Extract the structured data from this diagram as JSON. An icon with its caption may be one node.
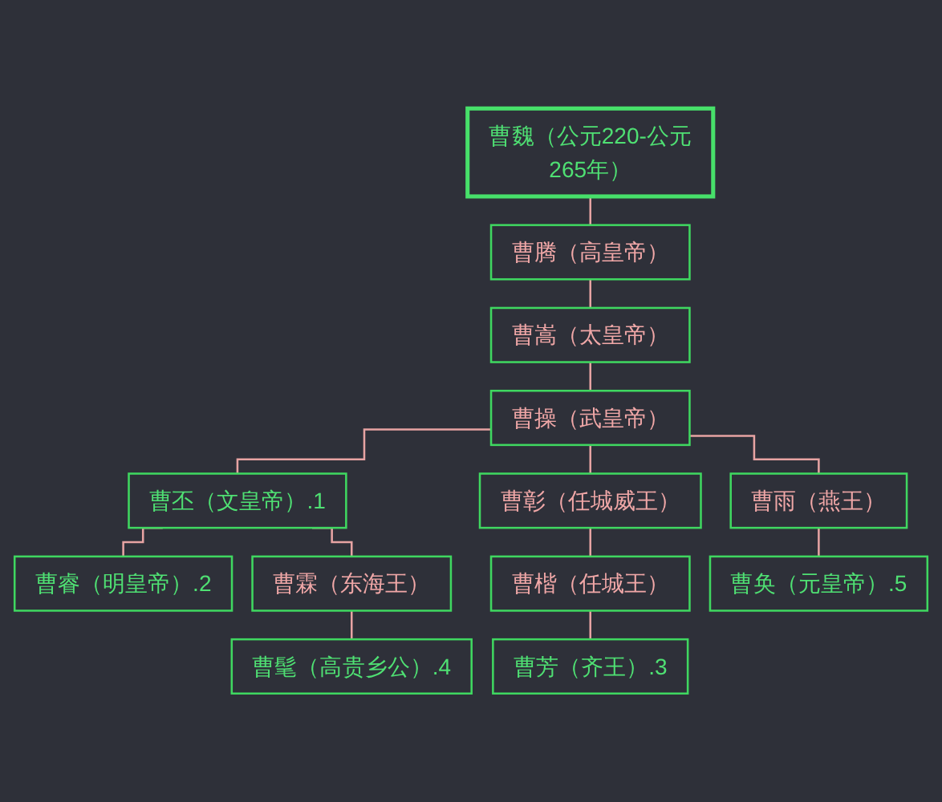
{
  "diagram": {
    "nodes": [
      {
        "text": [
          "曹魏（公元220-公元265年）"
        ]
      },
      {
        "text": [
          "曹腾（高皇帝）"
        ]
      },
      {
        "text": [
          "曹嵩（太皇帝）"
        ]
      },
      {
        "text": [
          "曹操（武皇帝）"
        ]
      },
      {
        "text": [
          "曹丕（文皇帝）.1"
        ]
      },
      {
        "text": [
          "曹彰（任城威王）"
        ]
      },
      {
        "text": [
          "曹雨（燕王）"
        ]
      },
      {
        "text": [
          "曹睿（明皇帝）.2"
        ]
      },
      {
        "text": [
          "曹霖（东海王）"
        ]
      },
      {
        "text": [
          "曹楷（任城王）"
        ]
      },
      {
        "text": [
          "曹奂（元皇帝）.5"
        ]
      },
      {
        "text": [
          "曹髦（高贵乡公）.4"
        ]
      },
      {
        "text": [
          "曹芳（齐王）.3"
        ]
      }
    ],
    "edges": [
      {
        "from": 0,
        "to": 1,
        "arrow": "none"
      },
      {
        "from": 1,
        "to": 2,
        "arrow": "none"
      },
      {
        "from": 2,
        "to": 3,
        "arrow": "none"
      },
      {
        "from": 3,
        "to": 4,
        "arrow": "none"
      },
      {
        "from": 3,
        "to": 5,
        "arrow": "none"
      },
      {
        "from": 3,
        "to": 6,
        "arrow": "none"
      },
      {
        "from": 4,
        "to": 7,
        "arrow": "none"
      },
      {
        "from": 4,
        "to": 8,
        "arrow": "none"
      },
      {
        "from": 5,
        "to": 9,
        "arrow": "none"
      },
      {
        "from": 6,
        "to": 10,
        "arrow": "none"
      },
      {
        "from": 8,
        "to": 11,
        "arrow": "none"
      },
      {
        "from": 9,
        "to": 12,
        "arrow": "none"
      }
    ]
  }
}
